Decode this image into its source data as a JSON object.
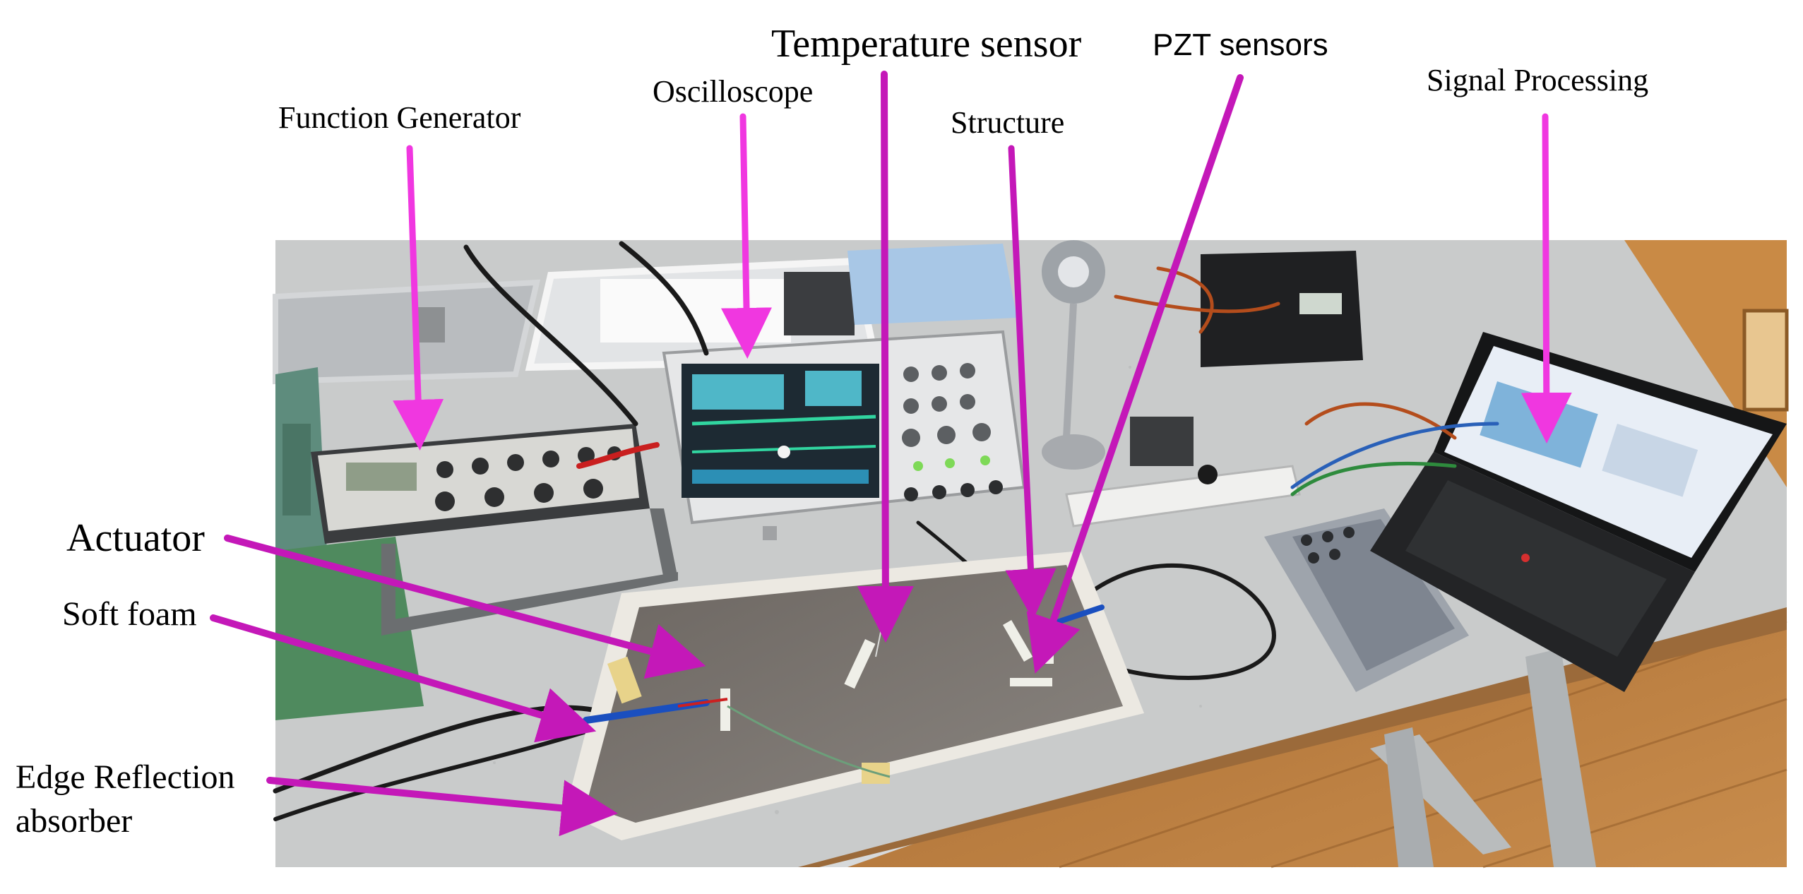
{
  "labels": {
    "function_generator": "Function Generator",
    "oscilloscope": "Oscilloscope",
    "temperature_sensor": "Temperature sensor",
    "structure": "Structure",
    "pzt_sensors": "PZT sensors",
    "signal_processing": "Signal Processing",
    "actuator": "Actuator",
    "soft_foam": "Soft foam",
    "edge_reflection_absorber": "Edge Reflection absorber"
  },
  "colors": {
    "arrow_pink": "#f037e0",
    "arrow_magenta": "#c418b8",
    "table_top": "#c9cbcb",
    "floor_wood": "#b57a3c",
    "plate": "#7a7470",
    "foam_border": "#ece9e2"
  },
  "icons": {
    "arrow": "arrow-icon"
  }
}
